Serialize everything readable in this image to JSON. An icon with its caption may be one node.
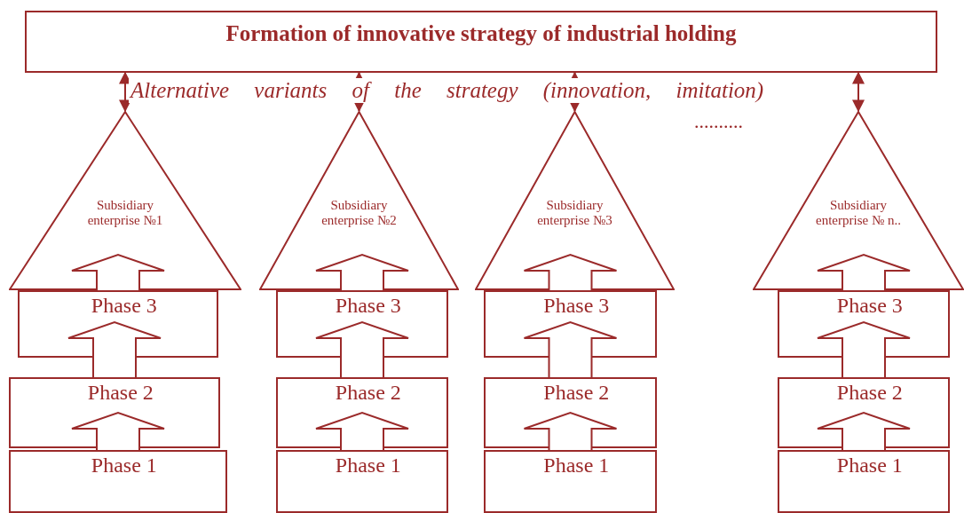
{
  "diagram": {
    "nodes": [
      {
        "text": [
          "Formation of innovative strategy of industrial holding"
        ]
      },
      {
        "text": [
          "Subsidiary enterprise №1"
        ]
      },
      {
        "text": [
          "Phase 3"
        ]
      },
      {
        "text": [
          "Phase 2"
        ]
      },
      {
        "text": [
          "Phase 1"
        ]
      },
      {
        "text": [
          "Subsidiary enterprise №2"
        ]
      },
      {
        "text": [
          "Phase 3"
        ]
      },
      {
        "text": [
          "Phase 2"
        ]
      },
      {
        "text": [
          "Phase 1"
        ]
      },
      {
        "text": [
          "Subsidiary enterprise №3"
        ]
      },
      {
        "text": [
          "Phase 3"
        ]
      },
      {
        "text": [
          "Phase 2"
        ]
      },
      {
        "text": [
          "Phase 1"
        ]
      },
      {
        "text": [
          "Subsidiary enterprise № n.."
        ]
      },
      {
        "text": [
          "Phase 3"
        ]
      },
      {
        "text": [
          "Phase 2"
        ]
      },
      {
        "text": [
          "Phase 1"
        ]
      }
    ],
    "edges": [
      {
        "from": 0,
        "to": 1,
        "arrow": "both"
      },
      {
        "from": 4,
        "to": 3,
        "arrow": "to",
        "style": "thick"
      },
      {
        "from": 3,
        "to": 2,
        "arrow": "to",
        "style": "thick"
      },
      {
        "from": 2,
        "to": 1,
        "arrow": "to",
        "style": "thick"
      },
      {
        "from": 0,
        "to": 5,
        "arrow": "both"
      },
      {
        "from": 8,
        "to": 7,
        "arrow": "to",
        "style": "thick"
      },
      {
        "from": 7,
        "to": 6,
        "arrow": "to",
        "style": "thick"
      },
      {
        "from": 6,
        "to": 5,
        "arrow": "to",
        "style": "thick"
      },
      {
        "from": 0,
        "to": 9,
        "arrow": "both"
      },
      {
        "from": 12,
        "to": 11,
        "arrow": "to",
        "style": "thick"
      },
      {
        "from": 11,
        "to": 10,
        "arrow": "to",
        "style": "thick"
      },
      {
        "from": 10,
        "to": 9,
        "arrow": "to",
        "style": "thick"
      },
      {
        "from": 0,
        "to": 13,
        "arrow": "both"
      },
      {
        "from": 16,
        "to": 15,
        "arrow": "to",
        "style": "thick"
      },
      {
        "from": 15,
        "to": 14,
        "arrow": "to",
        "style": "thick"
      },
      {
        "from": 14,
        "to": 13,
        "arrow": "to",
        "style": "thick"
      }
    ],
    "labels": [
      "Alternative variants of the strategy (innovation, imitation)",
      ".........."
    ]
  }
}
